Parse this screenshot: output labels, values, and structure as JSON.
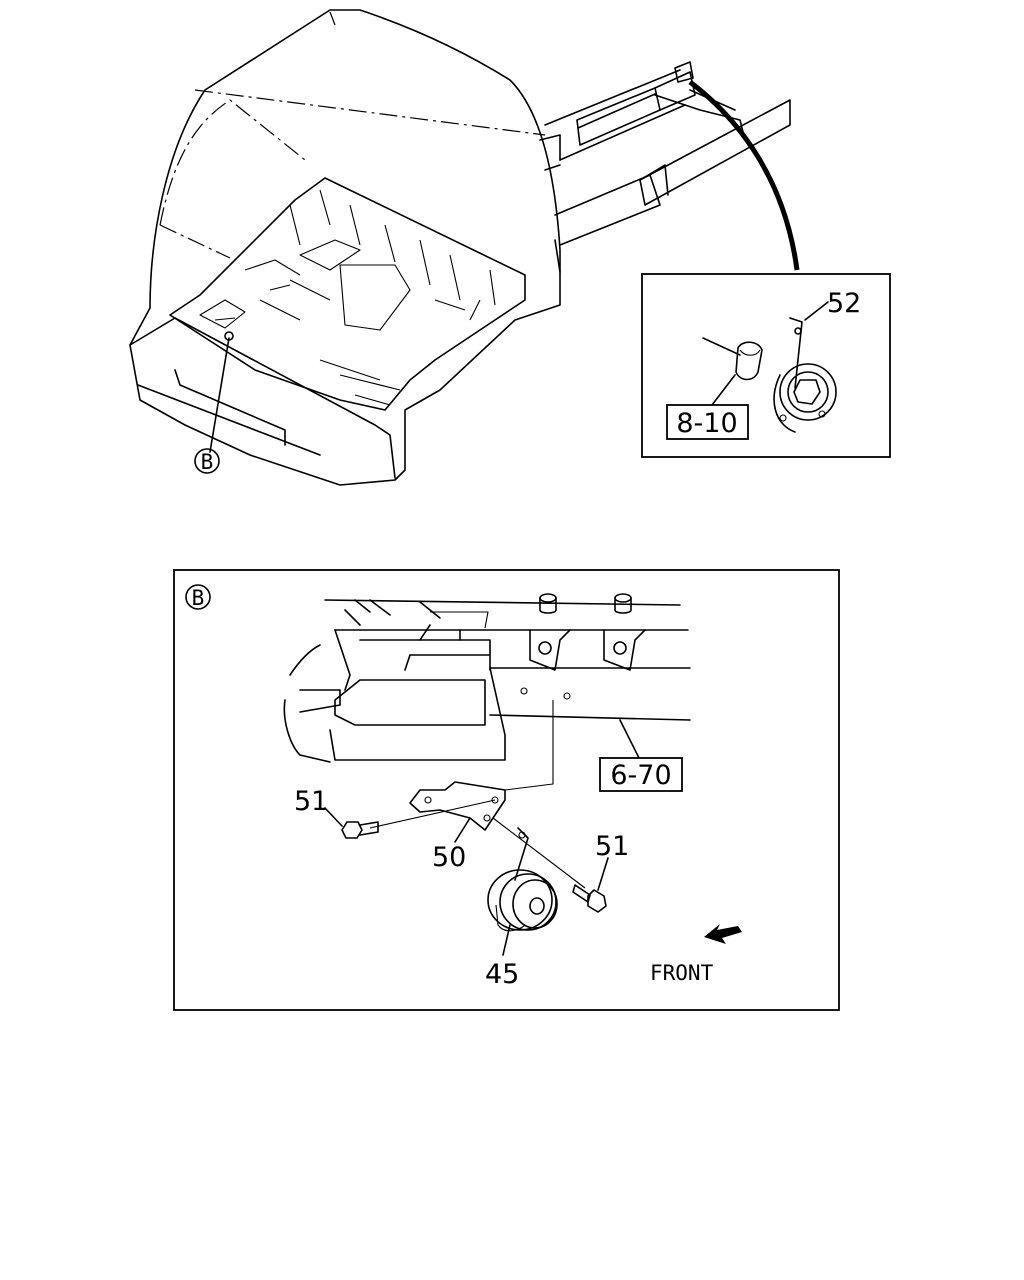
{
  "callouts": {
    "cab_view_b": "B",
    "inset_52": "52",
    "inset_ref_8_10": "8-10",
    "detail_b": "B",
    "ref_6_70": "6-70",
    "bolt_left_51": "51",
    "bracket_50": "50",
    "bolt_right_51": "51",
    "horn_45": "45",
    "front_label": "FRONT"
  }
}
